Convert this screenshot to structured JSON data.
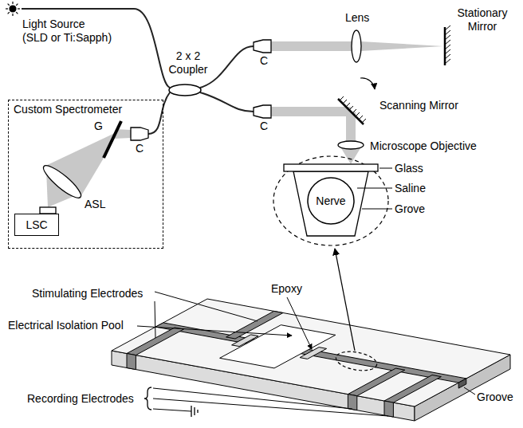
{
  "diagram": {
    "nodes": [
      {
        "text": [
          "Custom Spectrometer"
        ]
      },
      {
        "text": [
          "LSC"
        ],
        "in": 0
      },
      {
        "text": [
          "Nerve"
        ]
      }
    ],
    "labels": [
      "Light Source (SLD or Ti:Sapph)",
      "2 x 2 Coupler",
      "C",
      "Lens",
      "Stationary Mirror",
      "C",
      "G",
      "ASL",
      "C",
      "Scanning Mirror",
      "Microscope Objective",
      "Glass",
      "Saline",
      "Grove",
      "Stimulating Electrodes",
      "Epoxy",
      "Electrical Isolation Pool",
      "Recording Electrodes",
      "Groove"
    ]
  }
}
